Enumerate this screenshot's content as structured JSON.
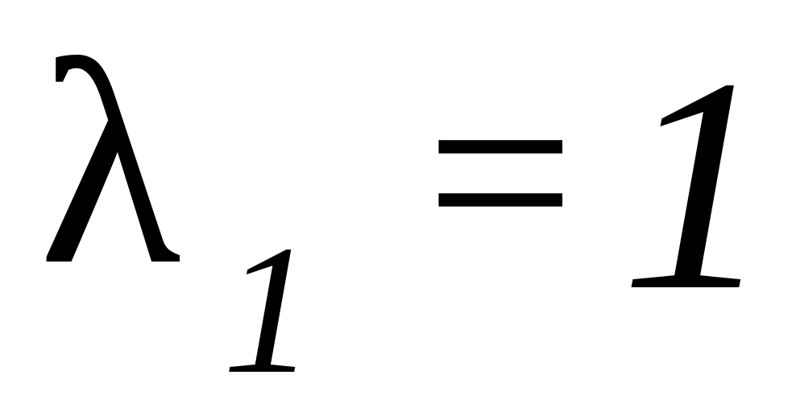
{
  "equation": {
    "symbol": "λ",
    "subscript": "1",
    "operator": "=",
    "value": "1"
  }
}
